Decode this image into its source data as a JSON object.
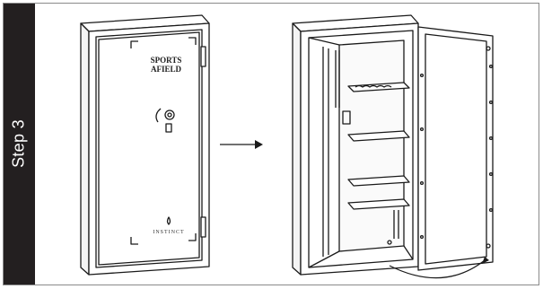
{
  "step": {
    "label": "Step 3"
  },
  "safe_closed": {
    "brand_line1": "SPORTS",
    "brand_line2": "AFIELD",
    "model": "INSTINCT"
  },
  "colors": {
    "sidebar": "#231f20",
    "label": "#ffffff",
    "line": "#1a1a1a"
  },
  "icons": {
    "arrow": "arrow-right-icon",
    "swing": "door-swing-arrow-icon"
  }
}
